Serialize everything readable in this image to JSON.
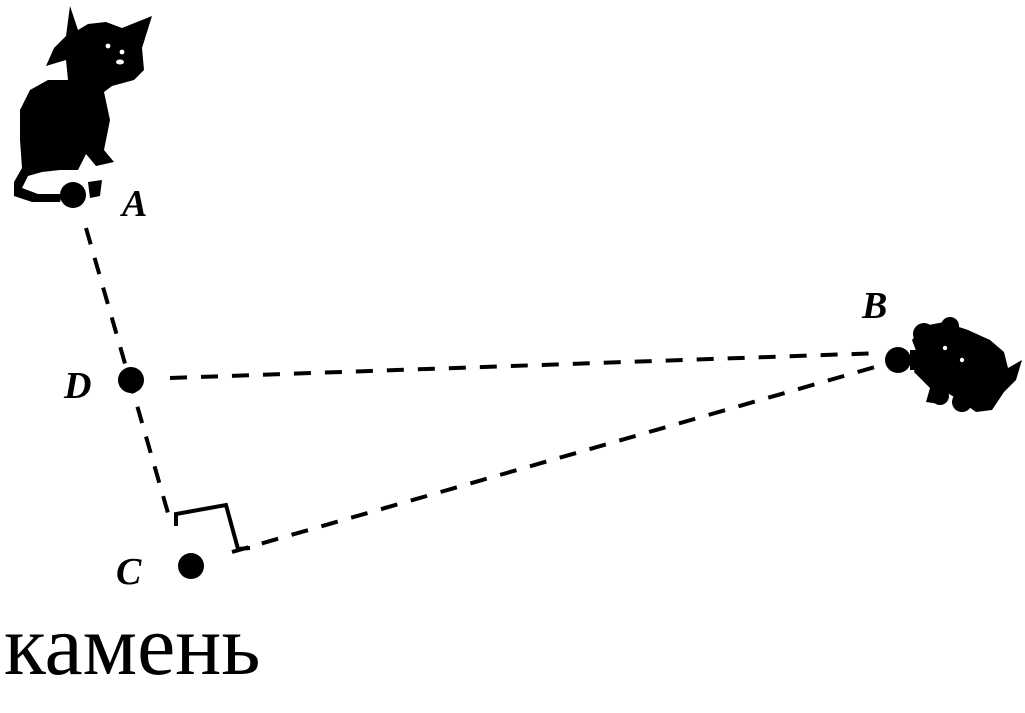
{
  "points": {
    "A": {
      "label": "A"
    },
    "B": {
      "label": "B"
    },
    "C": {
      "label": "C"
    },
    "D": {
      "label": "D"
    }
  },
  "caption": "камень",
  "colors": {
    "ink": "#000000",
    "background": "#ffffff"
  },
  "icons": {
    "cat": "cat-silhouette",
    "mouse": "mouse-silhouette"
  }
}
